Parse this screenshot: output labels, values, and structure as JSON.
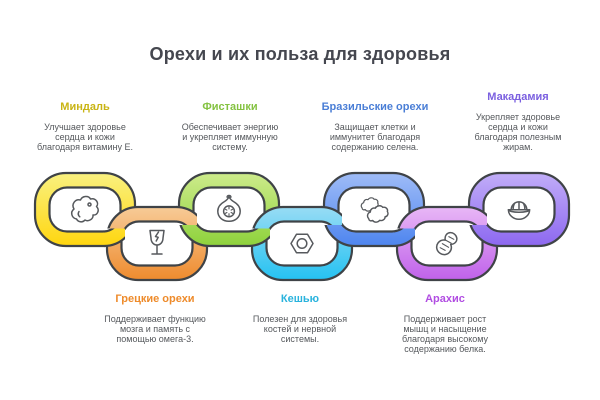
{
  "title": "Орехи и их польза для здоровья",
  "colors": {
    "title_text": "#45474f",
    "body_text": "#55585c",
    "link_outline": "#3f4347",
    "icon_stroke": "#56595d",
    "background": "#ffffff"
  },
  "nuts": [
    {
      "name": "Миндаль",
      "color": "#c9b414",
      "position": "top",
      "icon": "almond-blob-icon",
      "description": "Улучшает здоровье\nсердца и кожи\nблагодаря витамину Е.",
      "link": {
        "top": "#f9f180",
        "bottom": "#ffd60f"
      }
    },
    {
      "name": "Грецкие орехи",
      "color": "#ee8b2b",
      "position": "bottom",
      "icon": "fragile-glass-icon",
      "description": "Поддерживает функцию\nмозга и память с\nпомощью омега-3.",
      "link": {
        "top": "#f7cb97",
        "bottom": "#ee8b2e"
      }
    },
    {
      "name": "Фисташки",
      "color": "#84c241",
      "position": "top",
      "icon": "fig-icon",
      "description": "Обеспечивает энергию\nи укрепляет иммунную\nсистему.",
      "link": {
        "top": "#cdeb8b",
        "bottom": "#8ed23c"
      }
    },
    {
      "name": "Кешью",
      "color": "#29b3dd",
      "position": "bottom",
      "icon": "hex-nut-icon",
      "description": "Полезен для здоровья\nкостей и нервной\nсистемы.",
      "link": {
        "top": "#98dcf4",
        "bottom": "#25c2f2"
      }
    },
    {
      "name": "Бразильские орехи",
      "color": "#4a7ed6",
      "position": "top",
      "icon": "brazil-nut-icon",
      "description": "Защищает клетки и\nиммунитет благодаря\nсодержанию селена.",
      "link": {
        "top": "#9fbcf7",
        "bottom": "#4e85ef"
      }
    },
    {
      "name": "Арахис",
      "color": "#b14de2",
      "position": "bottom",
      "icon": "peanut-icon",
      "description": "Поддерживает рост\nмышц и насыщение\nблагодаря высокому\nсодержанию белка.",
      "link": {
        "top": "#e8b7f6",
        "bottom": "#c062ea"
      }
    },
    {
      "name": "Макадамия",
      "color": "#7b60e0",
      "position": "top",
      "icon": "juicer-icon",
      "description": "Укрепляет здоровье\nсердца и кожи\nблагодаря полезным\nжирам.",
      "link": {
        "top": "#c1adf8",
        "bottom": "#8d68f0"
      }
    }
  ]
}
